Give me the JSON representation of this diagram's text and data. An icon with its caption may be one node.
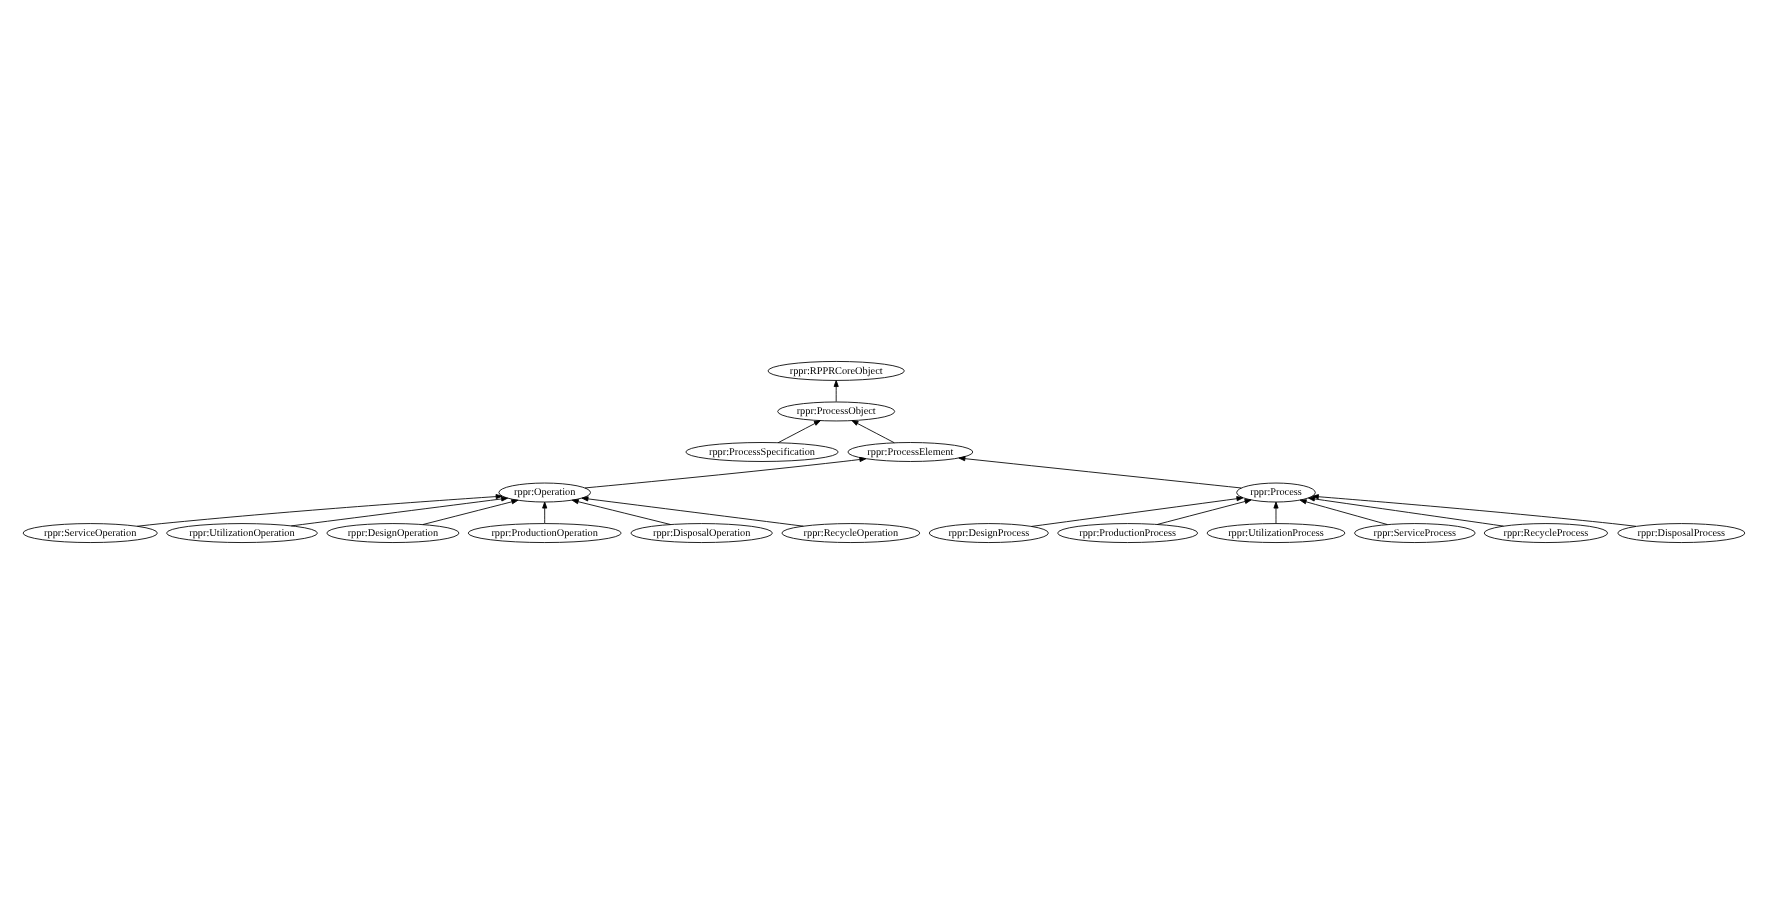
{
  "diagram": {
    "nodes": [
      {
        "text": [
          "rppr:RPPRCoreObject"
        ]
      },
      {
        "text": [
          "rppr:ProcessObject"
        ]
      },
      {
        "text": [
          "rppr:ProcessSpecification"
        ]
      },
      {
        "text": [
          "rppr:ProcessElement"
        ]
      },
      {
        "text": [
          "rppr:ServiceOperation"
        ]
      },
      {
        "text": [
          "rppr:UtilizationOperation"
        ]
      },
      {
        "text": [
          "rppr:DesignOperation"
        ]
      },
      {
        "text": [
          "rppr:ProductionOperation"
        ]
      },
      {
        "text": [
          "rppr:DisposalOperation"
        ]
      },
      {
        "text": [
          "rppr:RecycleOperation"
        ]
      },
      {
        "text": [
          "rppr:Operation"
        ]
      },
      {
        "text": [
          "rppr:Process"
        ]
      },
      {
        "text": [
          "rppr:DesignProcess"
        ]
      },
      {
        "text": [
          "rppr:ProductionProcess"
        ]
      },
      {
        "text": [
          "rppr:UtilizationProcess"
        ]
      },
      {
        "text": [
          "rppr:ServiceProcess"
        ]
      },
      {
        "text": [
          "rppr:RecycleProcess"
        ]
      },
      {
        "text": [
          "rppr:DisposalProcess"
        ]
      }
    ],
    "edges": [
      {
        "from": 1,
        "to": 0,
        "arrow": "to"
      },
      {
        "from": 2,
        "to": 1,
        "arrow": "to"
      },
      {
        "from": 3,
        "to": 1,
        "arrow": "to"
      },
      {
        "from": 10,
        "to": 3,
        "arrow": "to"
      },
      {
        "from": 11,
        "to": 3,
        "arrow": "to"
      },
      {
        "from": 4,
        "to": 10,
        "arrow": "to"
      },
      {
        "from": 5,
        "to": 10,
        "arrow": "to"
      },
      {
        "from": 6,
        "to": 10,
        "arrow": "to"
      },
      {
        "from": 7,
        "to": 10,
        "arrow": "to"
      },
      {
        "from": 8,
        "to": 10,
        "arrow": "to"
      },
      {
        "from": 9,
        "to": 10,
        "arrow": "to"
      },
      {
        "from": 12,
        "to": 11,
        "arrow": "to"
      },
      {
        "from": 13,
        "to": 11,
        "arrow": "to"
      },
      {
        "from": 14,
        "to": 11,
        "arrow": "to"
      },
      {
        "from": 15,
        "to": 11,
        "arrow": "to"
      },
      {
        "from": 16,
        "to": 11,
        "arrow": "to"
      },
      {
        "from": 17,
        "to": 11,
        "arrow": "to"
      }
    ]
  }
}
